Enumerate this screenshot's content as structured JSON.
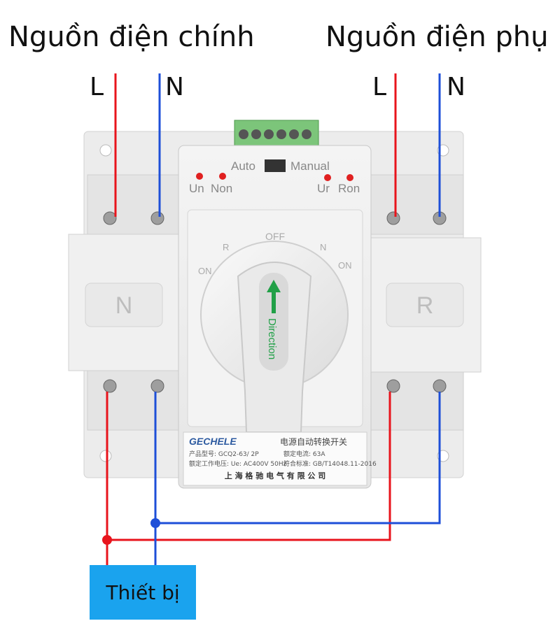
{
  "titles": {
    "main_source": "Nguồn điện chính",
    "backup_source": "Nguồn điện phụ"
  },
  "terminals": {
    "left_L": "L",
    "left_N": "N",
    "right_L": "L",
    "right_N": "N"
  },
  "panels": {
    "left": "N",
    "right": "R"
  },
  "switch": {
    "auto": "Auto",
    "manual": "Manual",
    "un": "Un",
    "non": "Non",
    "ur": "Ur",
    "ron": "Ron",
    "dial_r": "R",
    "dial_off": "OFF",
    "dial_n": "N",
    "dial_on_left": "ON",
    "dial_on_right": "ON",
    "handle_text": "Direction"
  },
  "nameplate": {
    "brand": "GECHELE",
    "product_title": "电源自动转换开关",
    "model": "产品型号: GCQ2-63/ 2P",
    "rated_current": "额定电流: 63A",
    "voltage": "额定工作电压: Ue: AC400V 50Hz",
    "standard": "符合标准: GB/T14048.11-2016",
    "company": "上 海 格 驰 电 气 有 限 公 司"
  },
  "device": {
    "label": "Thiết bị"
  },
  "colors": {
    "live_wire": "#e8141c",
    "neutral_wire": "#1e4fd8",
    "device_box": "#1aa3ee"
  }
}
